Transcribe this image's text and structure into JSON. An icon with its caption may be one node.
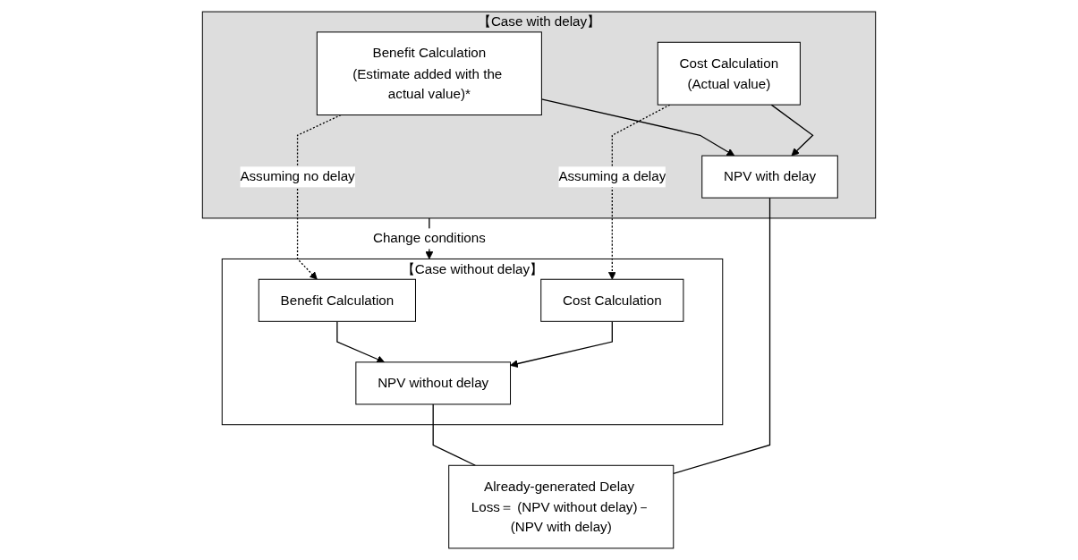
{
  "diagram": {
    "nodes": [
      {
        "text": [
          "【Case without delay】"
        ]
      },
      {
        "text": [
          "Benefit Calculation"
        ],
        "in": 0
      },
      {
        "text": [
          "Cost Calculation"
        ],
        "in": 0
      },
      {
        "text": [
          "NPV without delay"
        ],
        "in": 0
      },
      {
        "text": [
          "【Case with delay】"
        ]
      },
      {
        "text": [
          "Benefit Calculation",
          "(Estimate added with the actual value)*"
        ],
        "in": 4
      },
      {
        "text": [
          "Cost Calculation",
          "(Actual value)"
        ],
        "in": 4
      },
      {
        "text": [
          "NPV with delay"
        ],
        "in": 4
      },
      {
        "text": [
          "Already-generated Delay Loss＝ (NPV without delay)－(NPV with delay)"
        ]
      }
    ],
    "edges": [
      {
        "from": 1,
        "to": 3,
        "arrow": "to"
      },
      {
        "from": 2,
        "to": 3,
        "arrow": "to"
      },
      {
        "from": 5,
        "to": 7,
        "arrow": "to"
      },
      {
        "from": 6,
        "to": 7,
        "arrow": "to"
      },
      {
        "from": 5,
        "to": 1,
        "arrow": "to",
        "label": "Assuming no delay",
        "style": "dashed"
      },
      {
        "from": 6,
        "to": 2,
        "arrow": "to",
        "label": "Assuming a delay",
        "style": "dashed"
      },
      {
        "from": 4,
        "to": 0,
        "arrow": "to",
        "label": "Change conditions"
      },
      {
        "from": 3,
        "to": 8,
        "arrow": "none"
      },
      {
        "from": 7,
        "to": 8,
        "arrow": "none"
      }
    ]
  }
}
